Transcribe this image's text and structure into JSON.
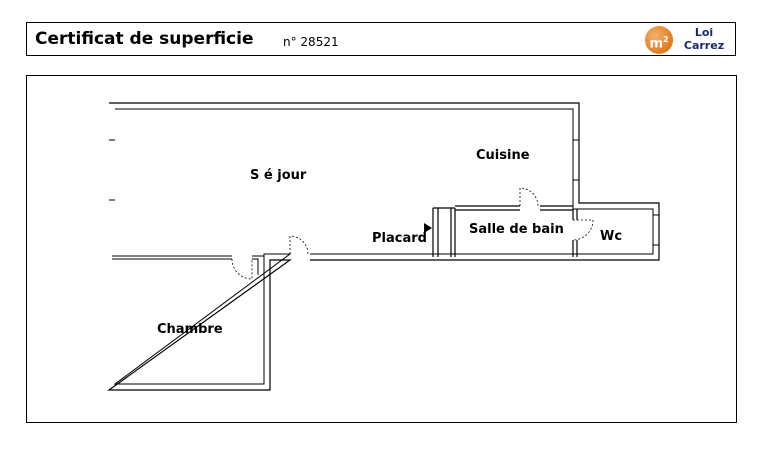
{
  "header": {
    "title": "Certificat de superficie",
    "certificate_number": "n° 28521"
  },
  "logo": {
    "badge": "m",
    "badge_sup": "2",
    "line1": "Loi",
    "line2": "Carrez",
    "badge_color": "#e07a1f",
    "text_color": "#1a2a6a"
  },
  "rooms": {
    "sejour": "S é jour",
    "cuisine": "Cuisine",
    "placard": "Placard",
    "salle_de_bain": "Salle de bain",
    "wc": "Wc",
    "chambre": "Chambre"
  }
}
